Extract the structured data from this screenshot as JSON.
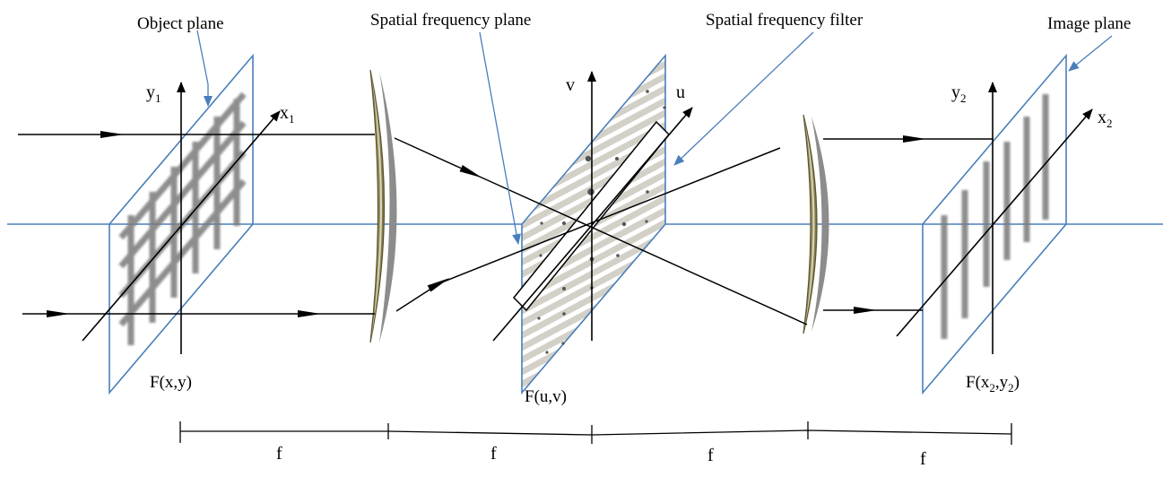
{
  "labels": {
    "object_plane": "Object plane",
    "frequency_plane": "Spatial frequency plane",
    "frequency_filter": "Spatial frequency filter",
    "image_plane": "Image plane"
  },
  "object_plane": {
    "axis_y": "y",
    "axis_y_sub": "1",
    "axis_x": "x",
    "axis_x_sub": "1",
    "function": "F(x,y)"
  },
  "frequency_plane": {
    "axis_v": "v",
    "axis_u": "u",
    "function": "F(u,v)"
  },
  "image_plane": {
    "axis_y": "y",
    "axis_y_sub": "2",
    "axis_x": "x",
    "axis_x_sub": "2",
    "function_prefix": "F(x",
    "function_sub1": "2",
    "function_mid": ",y",
    "function_sub2": "2",
    "function_suffix": ")"
  },
  "distances": [
    "f",
    "f",
    "f",
    "f"
  ],
  "colors": {
    "plane_border": "#4a7ebb",
    "leader_line": "#4a7ebb",
    "optical_axis": "#4a7ebb",
    "ray": "#000000",
    "grating": "#7f7f7f",
    "lens_fill": "#8a8250",
    "filter_fill": "#d0cdc4"
  }
}
